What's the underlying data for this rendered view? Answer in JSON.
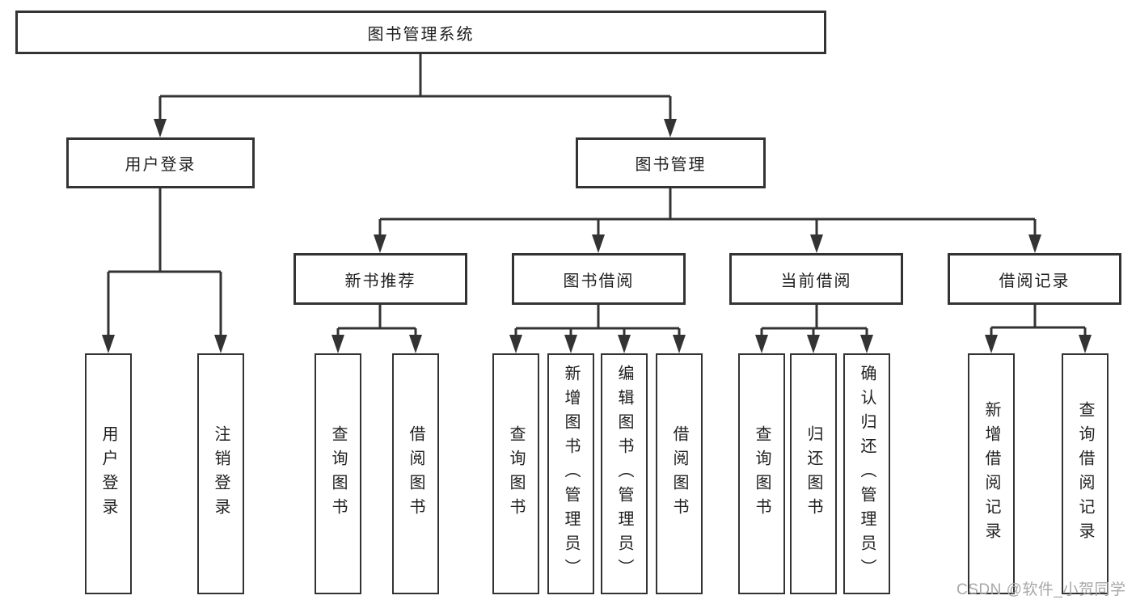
{
  "root": {
    "label": "图书管理系统"
  },
  "level2": [
    {
      "label": "用户登录"
    },
    {
      "label": "图书管理"
    }
  ],
  "level3": [
    {
      "label": "新书推荐"
    },
    {
      "label": "图书借阅"
    },
    {
      "label": "当前借阅"
    },
    {
      "label": "借阅记录"
    }
  ],
  "leaves": {
    "user_login": [
      {
        "label": "用户登录"
      },
      {
        "label": "注销登录"
      }
    ],
    "new_book": [
      {
        "label": "查询图书"
      },
      {
        "label": "借阅图书"
      }
    ],
    "book_borrow": [
      {
        "label": "查询图书"
      },
      {
        "label": "新增图书（管理员）"
      },
      {
        "label": "编辑图书（管理员）"
      },
      {
        "label": "借阅图书"
      }
    ],
    "current_borrow": [
      {
        "label": "查询图书"
      },
      {
        "label": "归还图书"
      },
      {
        "label": "确认归还（管理员）"
      }
    ],
    "borrow_record": [
      {
        "label": "新增借阅记录"
      },
      {
        "label": "查询借阅记录"
      }
    ]
  },
  "watermark": "CSDN @软件_小贺同学",
  "colors": {
    "line": "#333333",
    "text": "#1f1f1f",
    "watermark": "#a8a8a8",
    "background": "#ffffff"
  }
}
